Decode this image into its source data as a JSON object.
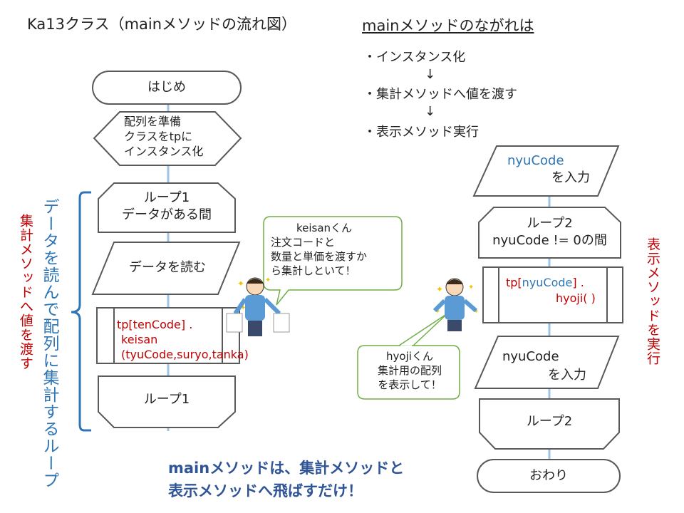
{
  "title": "Ka13クラス（mainメソッドの流れ図）",
  "flow": {
    "title": "mainメソッドのながれは",
    "steps": [
      "・インスタンス化",
      "・集計メソッドへ値を渡す",
      "・表示メソッド実行"
    ],
    "arrow": "↓"
  },
  "left_flow": {
    "start": "はじめ",
    "prep": [
      "配列を準備",
      "クラスをtpに",
      "インスタンス化"
    ],
    "loop1_start": [
      "ループ1",
      "データがある間"
    ],
    "read": "データを読む",
    "process": [
      "tp[tenCode] .",
      "keisan",
      "(tyuCode,suryo,tanka)"
    ],
    "loop1_end": "ループ1"
  },
  "right_flow": {
    "input1": [
      "nyuCode",
      "を入力"
    ],
    "loop2_start": [
      "ループ2",
      "nyuCode != 0の間"
    ],
    "process_pre": "tp[",
    "process_mid": "nyuCode",
    "process_post": "] .",
    "process_line2": "hyoji( )",
    "input2": [
      "nyuCode",
      "を入力"
    ],
    "loop2_end": "ループ2",
    "end": "おわり"
  },
  "labels": {
    "left_red": "集計メソッドへ値を渡す",
    "left_blue": "データを読んで配列に集計するループ",
    "right_red": "表示メソッドを実行"
  },
  "bubbles": {
    "keisan": [
      "keisanくん",
      "注文コードと",
      "数量と単価を渡すか",
      "ら集計しといて！"
    ],
    "hyoji": [
      "hyojiくん",
      "集計用の配列",
      "を表示して！"
    ]
  },
  "bottom_note": [
    "mainメソッドは、集計メソッドと",
    "表示メソッドへ飛ばすだけ！"
  ],
  "colors": {
    "red": "#c00000",
    "blue": "#2e75b6",
    "bubble_border": "#70ad47",
    "shape_border": "#595959",
    "connector": "#9dc3e6"
  }
}
